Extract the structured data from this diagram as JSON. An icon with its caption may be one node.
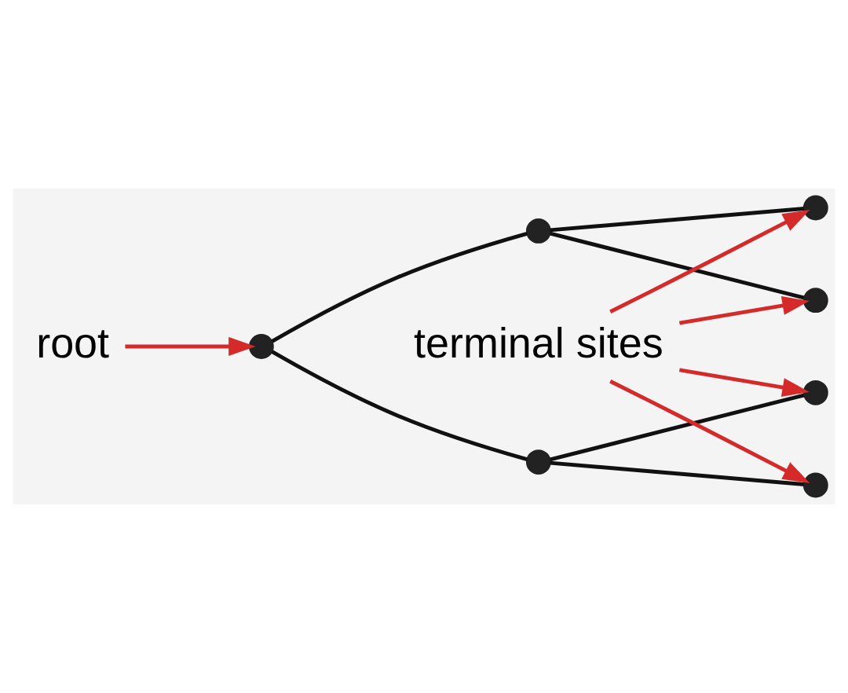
{
  "diagram": {
    "nodes": [
      {
        "text": [
          "root"
        ]
      },
      {
        "text": [],
        "shape": "circle"
      },
      {
        "text": [],
        "shape": "circle"
      },
      {
        "text": [],
        "shape": "circle"
      },
      {
        "text": [],
        "shape": "circle"
      },
      {
        "text": [],
        "shape": "circle"
      },
      {
        "text": [
          "terminal sites"
        ]
      },
      {
        "text": [],
        "shape": "circle"
      },
      {
        "text": [],
        "shape": "circle"
      }
    ],
    "edges": [
      {
        "from": 0,
        "to": 1,
        "arrow": "to",
        "color": "#d42a2a"
      },
      {
        "from": 1,
        "to": 2,
        "arrow": "none"
      },
      {
        "from": 2,
        "to": 3,
        "arrow": "none"
      },
      {
        "from": 2,
        "to": 4,
        "arrow": "none"
      },
      {
        "from": 1,
        "to": 5,
        "arrow": "none"
      },
      {
        "from": 5,
        "to": 7,
        "arrow": "none"
      },
      {
        "from": 5,
        "to": 8,
        "arrow": "none"
      },
      {
        "from": 6,
        "to": 3,
        "arrow": "to",
        "color": "#d42a2a"
      },
      {
        "from": 6,
        "to": 4,
        "arrow": "to",
        "color": "#d42a2a"
      },
      {
        "from": 6,
        "to": 7,
        "arrow": "to",
        "color": "#d42a2a"
      },
      {
        "from": 6,
        "to": 8,
        "arrow": "to",
        "color": "#d42a2a"
      }
    ]
  }
}
